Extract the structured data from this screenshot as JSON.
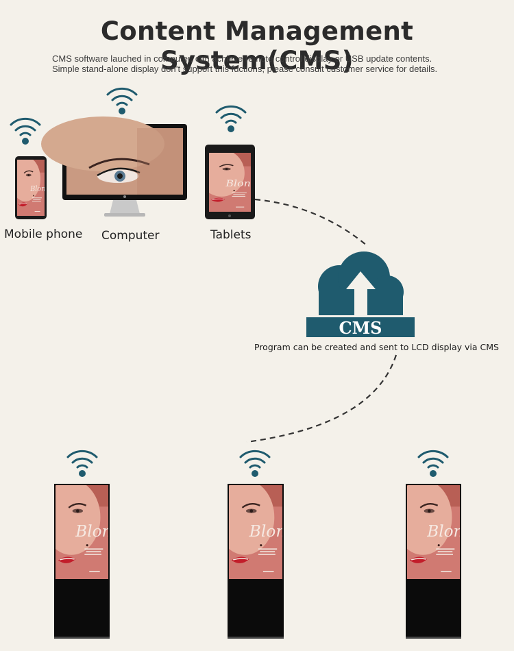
{
  "header": {
    "title": "Content Management System(CMS)",
    "subtitle_line1": "CMS software lauched in computer, can achieve remote control display or USB update contents.",
    "subtitle_line2": "Simple stand-alone display don’t support this fuctions, please consult customer service for details."
  },
  "devices": {
    "mobile_label": "Mobile phone",
    "computer_label": "Computer",
    "tablet_label": "Tablets"
  },
  "cms": {
    "banner_text": "CMS",
    "caption": "Program can be created and sent to LCD display via CMS"
  },
  "screen_art": {
    "poster_script": "Blonde"
  },
  "colors": {
    "background": "#f4f1ea",
    "accent_teal": "#1f5b6e",
    "wifi": "#1f5b6e",
    "kiosk_body": "#0b0b0b"
  }
}
